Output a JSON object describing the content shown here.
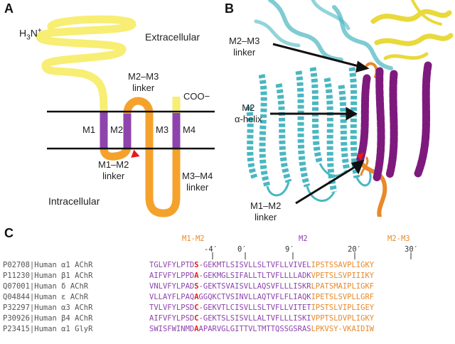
{
  "panel_a": {
    "letter": "A",
    "n_terminus_label": "H3N+",
    "n_terminus": {
      "main": "H",
      "sub": "3",
      "rest": "N",
      "sup": "+"
    },
    "extracellular": "Extracellular",
    "intracellular": "Intracellular",
    "c_terminus": "COO−",
    "helices": [
      "M1",
      "M2",
      "M3",
      "M4"
    ],
    "m2m3_linker": [
      "M2–M3",
      "linker"
    ],
    "m1m2_linker": [
      "M1–M2",
      "linker"
    ],
    "m3m4_linker": [
      "M3–M4",
      "linker"
    ]
  },
  "panel_b": {
    "letter": "B",
    "m2m3_linker": [
      "M2–M3",
      "linker"
    ],
    "m2_helix": [
      "M2",
      "α-helix"
    ],
    "m1m2_linker": [
      "M1–M2",
      "linker"
    ]
  },
  "panel_c": {
    "letter": "C",
    "region_labels": {
      "m1m2": "M1-M2",
      "m2": "M2",
      "m2m3": "M2-M3"
    },
    "position_labels": [
      "-4′",
      "0′",
      "9′",
      "20′",
      "30′"
    ],
    "rows": [
      {
        "accession": "P02708|Human α1 AChR",
        "pre": "TGLVFYLPTD",
        "key": "S",
        "m2": "-GEKMTLSISVLLSLTVFLLVIVEL",
        "post": "IPSTSSAVPLIGKY"
      },
      {
        "accession": "P11230|Human β1 AChR",
        "pre": "AIFVFYLPPD",
        "key": "A",
        "m2": "-GEKMGLSIFALLTLTVFLLLLADK",
        "post": "VPETSLSVPIIIKY"
      },
      {
        "accession": "Q07001|Human δ AChR",
        "pre": "VNLVFYLPAD",
        "key": "S",
        "m2": "-GEKTSVAISVLLAQSVFLLLISKR",
        "post": "LPATSMAIPLIGKF"
      },
      {
        "accession": "Q04844|Human ε AChR",
        "pre": "VLLAYFLPAQ",
        "key": "A",
        "m2": "GGQKCTVSINVLLAQTVFLFLIAQK",
        "post": "IPETSLSVPLLGRF"
      },
      {
        "accession": "P32297|Human α3 AChR",
        "pre": "TVLVFYLPSD",
        "key": "C",
        "m2": "-GEKVTLCISVLLSLTVFLLVITET",
        "post": "IPSTSLVIPLIGEY"
      },
      {
        "accession": "P30926|Human β4 AChR",
        "pre": "AIFVFYLPSD",
        "key": "C",
        "m2": "-GEKTSLSISVLLALTVFLLLISKI",
        "post": "VPPTSLDVPLIGKY"
      },
      {
        "accession": "P23415|Human α1 GlyR",
        "pre": "SWISFWINMD",
        "key": "A",
        "m2": "APARVGLGITTVLTMTTQSSGSRAS",
        "post": "LPKVSY-VKAIDIW"
      }
    ]
  },
  "colors": {
    "yellow": "#f7ee73",
    "purple": "#8e44ad",
    "orange": "#f5a22c",
    "red": "#e41a1c",
    "teal": "#49b7c1",
    "magenta": "#7e1a7e"
  }
}
